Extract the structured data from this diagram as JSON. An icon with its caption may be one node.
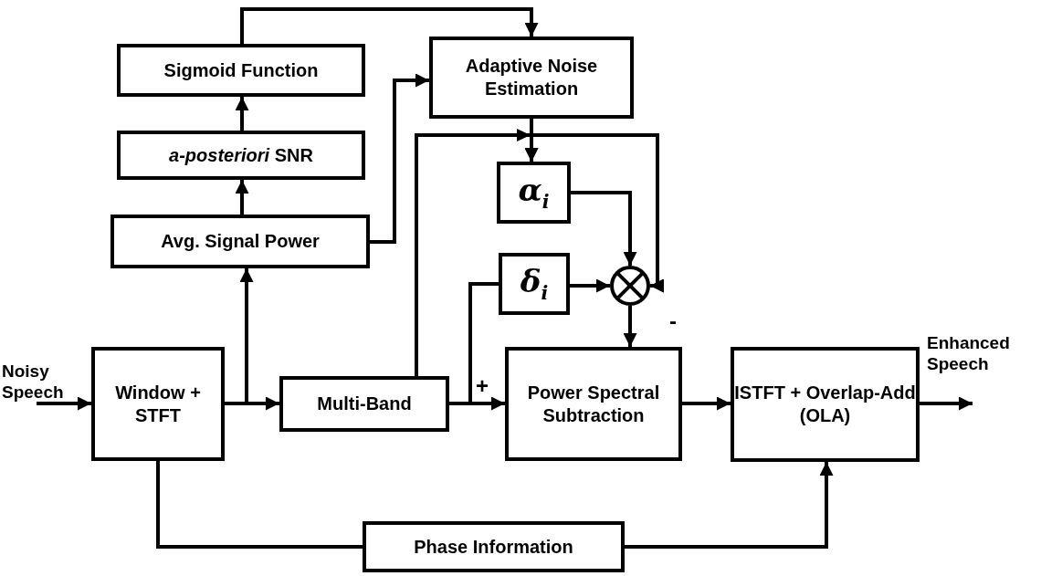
{
  "diagram": {
    "nodes": [
      {
        "text": [
          "Sigmoid Function"
        ]
      },
      {
        "text": [
          "Adaptive Noise Estimation"
        ]
      },
      {
        "text": [
          "*a-posteriori* SNR"
        ]
      },
      {
        "text": [
          "α$_{i}$"
        ]
      },
      {
        "text": [
          "Avg. Signal Power"
        ]
      },
      {
        "text": [
          "δ$_{i}$"
        ]
      },
      {
        "text": [],
        "shape": "circle"
      },
      {
        "text": [
          "Noisy Speech"
        ]
      },
      {
        "text": [
          "Window + STFT"
        ]
      },
      {
        "text": [
          "Multi-Band"
        ]
      },
      {
        "text": [
          "Power Spectral Subtraction"
        ]
      },
      {
        "text": [
          "ISTFT + Overlap-Add (OLA)"
        ]
      },
      {
        "text": [
          "Enhanced Speech"
        ]
      },
      {
        "text": [
          "Phase Information"
        ]
      }
    ],
    "edges": [
      {
        "from": 7,
        "to": 8,
        "arrow": "to"
      },
      {
        "from": 8,
        "to": 4,
        "arrow": "to"
      },
      {
        "from": 8,
        "to": 9,
        "arrow": "to"
      },
      {
        "from": 4,
        "to": 2,
        "arrow": "to"
      },
      {
        "from": 2,
        "to": 0,
        "arrow": "to"
      },
      {
        "from": 0,
        "to": 1,
        "arrow": "to"
      },
      {
        "from": 4,
        "to": 1,
        "arrow": "to"
      },
      {
        "from": 1,
        "to": 3,
        "arrow": "to"
      },
      {
        "from": 1,
        "to": 6,
        "arrow": "to"
      },
      {
        "from": 9,
        "to": 3,
        "arrow": "to"
      },
      {
        "from": 9,
        "to": 6,
        "arrow": "to"
      },
      {
        "from": 3,
        "to": 6,
        "arrow": "to"
      },
      {
        "from": 5,
        "to": 6,
        "arrow": "to"
      },
      {
        "from": 9,
        "to": 5,
        "arrow": "none"
      },
      {
        "from": 9,
        "to": 10,
        "arrow": "to"
      },
      {
        "from": 6,
        "to": 10,
        "arrow": "to"
      },
      {
        "from": 10,
        "to": 11,
        "arrow": "to"
      },
      {
        "from": 11,
        "to": 12,
        "arrow": "to"
      },
      {
        "from": 8,
        "to": 13,
        "arrow": "none"
      },
      {
        "from": 13,
        "to": 11,
        "arrow": "to"
      }
    ],
    "labels": [
      "+",
      "-"
    ]
  }
}
